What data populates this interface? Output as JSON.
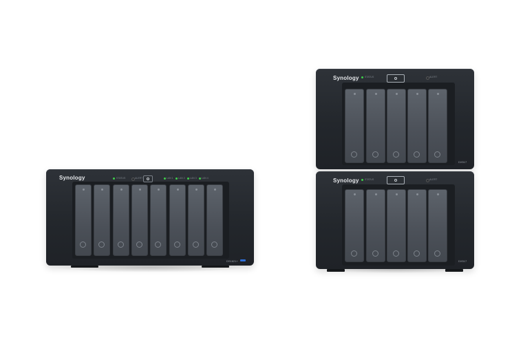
{
  "units": [
    {
      "brand": "Synology",
      "model": "DS1821+",
      "bays": 8,
      "status_labels": [
        "STATUS",
        "ALERT",
        "LAN 1",
        "LAN 2",
        "LAN 3",
        "LAN 4"
      ]
    },
    {
      "brand": "Synology",
      "model": "DX517",
      "bays": 5,
      "status_labels": [
        "STATUS",
        "ALERT"
      ]
    },
    {
      "brand": "Synology",
      "model": "DX517",
      "bays": 5,
      "status_labels": [
        "STATUS",
        "ALERT"
      ]
    }
  ],
  "colors": {
    "chassis": "#23272c",
    "bay": "#4b5058",
    "led_green": "#3ecf4a",
    "usb_blue": "#2f6fd6"
  }
}
